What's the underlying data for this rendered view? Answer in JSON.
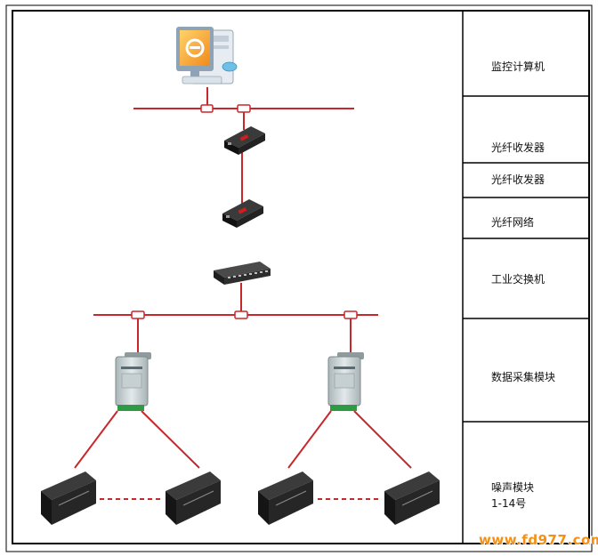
{
  "labels": {
    "monitor_pc": "监控计算机",
    "fiber_transceiver_1": "光纤收发器",
    "fiber_transceiver_2": "光纤收发器",
    "fiber_network": "光纤网络",
    "industrial_switch": "工业交换机",
    "data_acquisition_module": "数据采集模块",
    "noise_module": "噪声模块",
    "noise_module_range": "1-14号"
  },
  "watermark": "www.fd977.com",
  "colors": {
    "link_line": "#c8272c",
    "border": "#000000",
    "device_dark": "#1c1c1c",
    "module_body": "#cfd7d9",
    "watermark": "#f39019"
  }
}
